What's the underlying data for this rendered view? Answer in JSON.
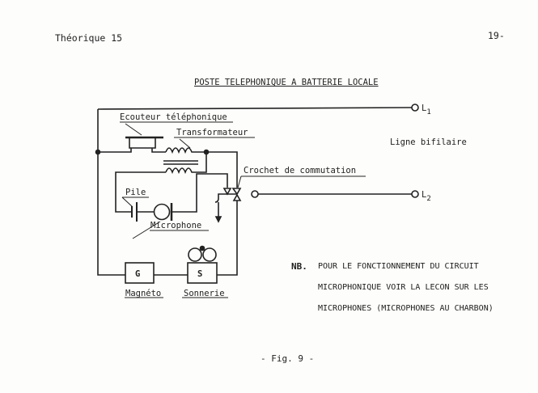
{
  "header": {
    "left": "Théorique 15",
    "right": "19-"
  },
  "title": "POSTE TELEPHONIQUE A BATTERIE LOCALE",
  "labels": {
    "earphone": "Ecouteur téléphonique",
    "transformer": "Transformateur",
    "hook": "Crochet de commutation",
    "battery": "Pile",
    "microphone": "Microphone",
    "magneto": "Magnéto",
    "ringer": "Sonnerie",
    "g": "G",
    "s": "S",
    "line": "Ligne bifilaire",
    "l1": "L",
    "l1_sub": "1",
    "l2": "L",
    "l2_sub": "2"
  },
  "note": {
    "prefix": "NB.",
    "lines": [
      "POUR LE FONCTIONNEMENT DU CIRCUIT",
      "MICROPHONIQUE VOIR LA LECON SUR LES",
      "MICROPHONES (MICROPHONES AU CHARBON)"
    ]
  },
  "footer": "- Fig. 9 -"
}
